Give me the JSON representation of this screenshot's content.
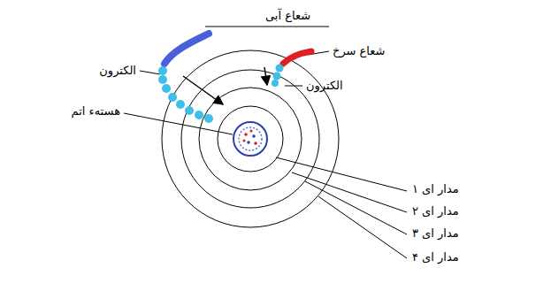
{
  "diagram": {
    "labels": [
      "شعاع آبی",
      "شعاع سرخ",
      "الکترون",
      "الکترون",
      "هستهء اتم",
      "مدار ای ۱",
      "مدار ای ۲",
      "مدار ای ۳",
      "مدار ای ۴"
    ]
  }
}
